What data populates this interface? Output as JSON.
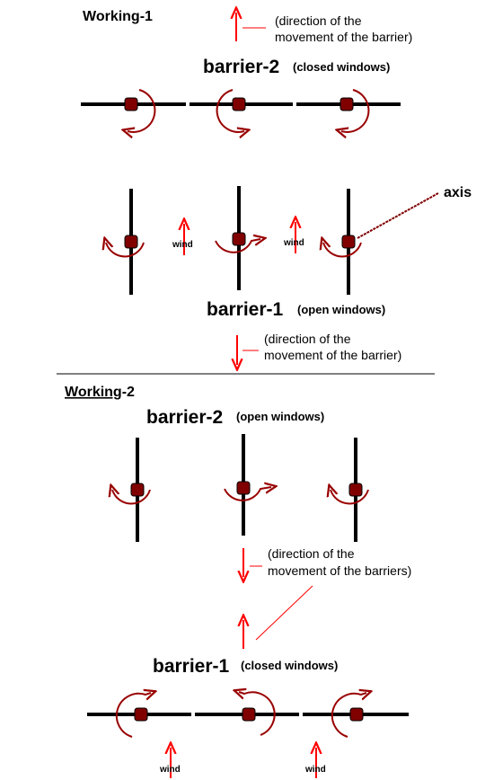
{
  "colors": {
    "ink": "#000000",
    "arrow_red": "#ff0000",
    "pivot_fill": "#800000",
    "rotation_dark_red": "#990000",
    "background": "#ffffff"
  },
  "working1": {
    "heading": "Working-1",
    "direction_note_line1": "(direction of the",
    "direction_note_line2": "movement of the barrier)",
    "barrier2_label": "barrier-2",
    "barrier2_state": "(closed windows)",
    "axis_label": "axis",
    "wind_label_a": "wind",
    "wind_label_b": "wind",
    "barrier1_label": "barrier-1",
    "barrier1_state": "(open windows)",
    "direction_note2_line1": "(direction of the",
    "direction_note2_line2": "movement of the barrier)"
  },
  "working2": {
    "heading_underlined": "Working",
    "heading_suffix": "-2",
    "barrier2_label": "barrier-2",
    "barrier2_state": "(open windows)",
    "direction_note_line1": "(direction of the",
    "direction_note_line2": "movement of the barriers)",
    "barrier1_label": "barrier-1",
    "barrier1_state": "(closed windows)",
    "wind_label_a": "wind",
    "wind_label_b": "wind"
  },
  "icons": {
    "direction_arrow": "red-arrow-icon",
    "pivot": "pivot-dot-icon",
    "rotation": "curved-rotation-arrow-icon"
  }
}
